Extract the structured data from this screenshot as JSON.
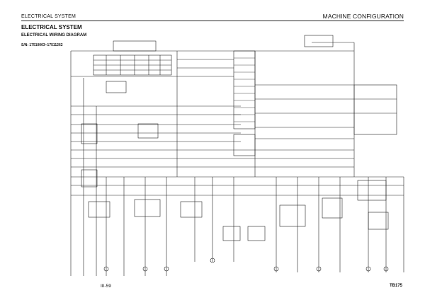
{
  "header": {
    "section_left": "ELECTRICAL SYSTEM",
    "section_right": "MACHINE CONFIGURATION"
  },
  "titles": {
    "main": "ELECTRICAL SYSTEM",
    "sub": "ELECTRICAL WIRING DIAGRAM",
    "serial": "S/N: 17510003~17511262"
  },
  "footer": {
    "page": "III-59",
    "model": "TB175"
  }
}
